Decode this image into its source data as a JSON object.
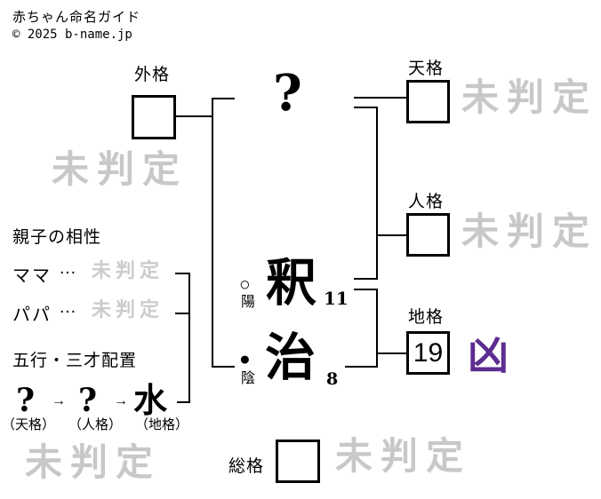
{
  "header": {
    "title": "赤ちゃん命名ガイド",
    "copyright": "© 2025 b-name.jp"
  },
  "diagram": {
    "sotokaku": {
      "label": "外格",
      "value": "",
      "status": "未判定"
    },
    "tenkaku": {
      "label": "天格",
      "value": "",
      "status": "未判定"
    },
    "jinkaku": {
      "label": "人格",
      "value": "",
      "status": "未判定"
    },
    "chikaku": {
      "label": "地格",
      "value": "19",
      "status": "凶"
    },
    "soukaku": {
      "label": "総格",
      "value": "",
      "status": "未判定"
    },
    "name": {
      "surname_char": "?",
      "given_chars": [
        {
          "char": "釈",
          "strokes": "11",
          "polarity_symbol": "○",
          "polarity_label": "陽"
        },
        {
          "char": "治",
          "strokes": "8",
          "polarity_symbol": "●",
          "polarity_label": "陰"
        }
      ]
    }
  },
  "compatibility": {
    "title": "親子の相性",
    "rows": [
      {
        "label": "ママ",
        "dots": "…",
        "value": "未判定"
      },
      {
        "label": "パパ",
        "dots": "…",
        "value": "未判定"
      }
    ]
  },
  "gogyo": {
    "title": "五行・三才配置",
    "sequence": [
      "?",
      "?",
      "水"
    ],
    "arrow": "→",
    "labels": [
      "（天格）",
      "（人格）",
      "（地格）"
    ],
    "status": "未判定"
  },
  "colors": {
    "kyo_purple": "#5c2d91",
    "watermark_gray": "#c8c8c8",
    "line_black": "#000000"
  }
}
